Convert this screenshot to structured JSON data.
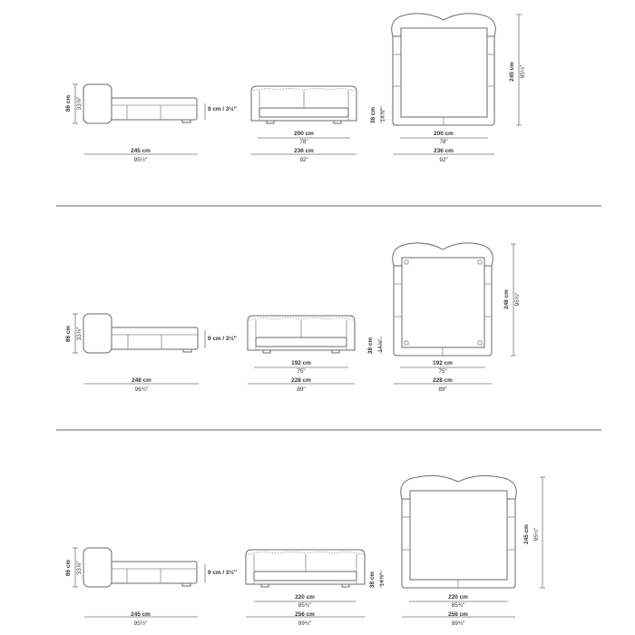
{
  "variants": [
    {
      "side_height_cm": "86 cm",
      "side_height_in": "33⅞″",
      "side_length_cm": "245 cm",
      "side_length_in": "95½″",
      "clearance": "9 cm / 3½″",
      "front_inner_cm": "200 cm",
      "front_inner_in": "78″",
      "front_outer_cm": "236 cm",
      "front_outer_in": "92″",
      "front_height_cm": "38 cm",
      "front_height_in": "14⅞″",
      "top_inner_cm": "200 cm",
      "top_inner_in": "78″",
      "top_outer_cm": "236 cm",
      "top_outer_in": "92″",
      "top_length_cm": "245 cm",
      "top_length_in": "95½″"
    },
    {
      "side_height_cm": "86 cm",
      "side_height_in": "33⅞″",
      "side_length_cm": "248 cm",
      "side_length_in": "96¾″",
      "clearance": "9 cm / 3½″",
      "front_inner_cm": "192 cm",
      "front_inner_in": "75″",
      "front_outer_cm": "228 cm",
      "front_outer_in": "89″",
      "front_height_cm": "38 cm",
      "front_height_in": "14⅞″",
      "top_inner_cm": "192 cm",
      "top_inner_in": "75″",
      "top_outer_cm": "228 cm",
      "top_outer_in": "89″",
      "top_length_cm": "248 cm",
      "top_length_in": "96¾″"
    },
    {
      "side_height_cm": "86 cm",
      "side_height_in": "33⅞″",
      "side_length_cm": "245 cm",
      "side_length_in": "95½″",
      "clearance": "9 cm / 3½″",
      "front_inner_cm": "220 cm",
      "front_inner_in": "85¾″",
      "front_outer_cm": "256 cm",
      "front_outer_in": "99¾″",
      "front_height_cm": "38 cm",
      "front_height_in": "14⅞″",
      "top_inner_cm": "220 cm",
      "top_inner_in": "85¾″",
      "top_outer_cm": "256 cm",
      "top_outer_in": "99¾″",
      "top_length_cm": "245 cm",
      "top_length_in": "95½″"
    }
  ]
}
